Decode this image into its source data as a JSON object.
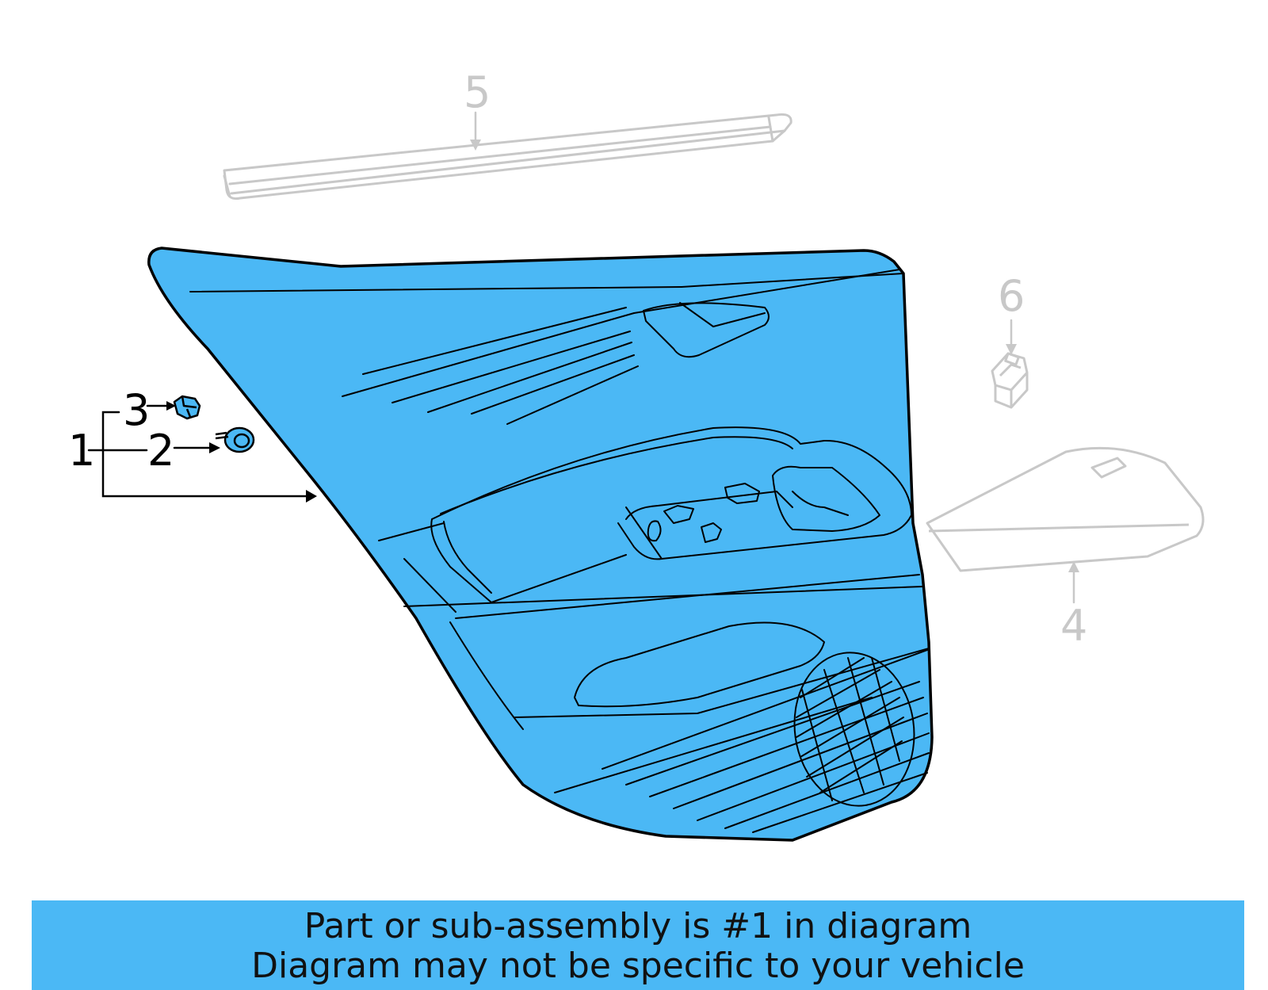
{
  "callouts": {
    "c1": "1",
    "c2": "2",
    "c3": "3",
    "c4": "4",
    "c5": "5",
    "c6": "6"
  },
  "banner": {
    "line1": "Part or sub-assembly is #1 in diagram",
    "line2": "Diagram may not be specific to your vehicle"
  },
  "colors": {
    "highlight": "#4bb8f5",
    "muted_part": "#c8c8c8",
    "outline": "#000000"
  }
}
